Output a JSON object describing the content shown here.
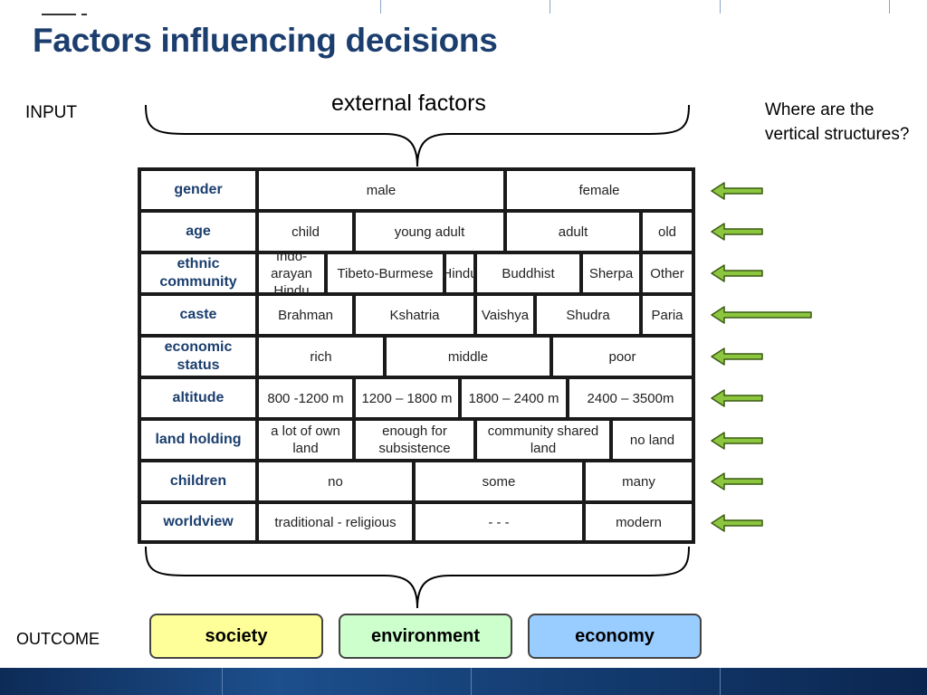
{
  "title": "Factors influencing decisions",
  "input_label": "INPUT",
  "outcome_label": "OUTCOME",
  "external_label": "external factors",
  "question": "Where are the vertical structures?",
  "colors": {
    "title": "#1b3e6e",
    "arrow": "#8cc63f",
    "society": "#ffff99",
    "environment": "#ccffcc",
    "economy": "#99ccff"
  },
  "rows": [
    {
      "header": "gender",
      "cells": [
        "male",
        "female"
      ]
    },
    {
      "header": "age",
      "cells": [
        "child",
        "young adult",
        "adult",
        "old"
      ]
    },
    {
      "header": "ethnic community",
      "cells": [
        "Indo-arayan Hindu",
        "Tibeto-Burmese",
        "Hindu",
        "Buddhist",
        "Sherpa",
        "Other"
      ]
    },
    {
      "header": "caste",
      "cells": [
        "Brahman",
        "Kshatria",
        "Vaishya",
        "Shudra",
        "Paria"
      ]
    },
    {
      "header": "economic status",
      "cells": [
        "rich",
        "middle",
        "poor"
      ]
    },
    {
      "header": "altitude",
      "cells": [
        "800 -1200 m",
        "1200 – 1800 m",
        "1800 – 2400 m",
        "2400 – 3500m"
      ]
    },
    {
      "header": "land holding",
      "cells": [
        "a lot of own land",
        "enough for subsistence",
        "community shared land",
        "no land"
      ]
    },
    {
      "header": "children",
      "cells": [
        "no",
        "some",
        "many"
      ]
    },
    {
      "header": "worldview",
      "cells": [
        "traditional - religious",
        "- - -",
        "modern"
      ]
    }
  ],
  "outcomes": [
    "society",
    "environment",
    "economy"
  ],
  "icons": {
    "arrow": "left-arrow-icon",
    "brace": "curly-brace-icon"
  }
}
